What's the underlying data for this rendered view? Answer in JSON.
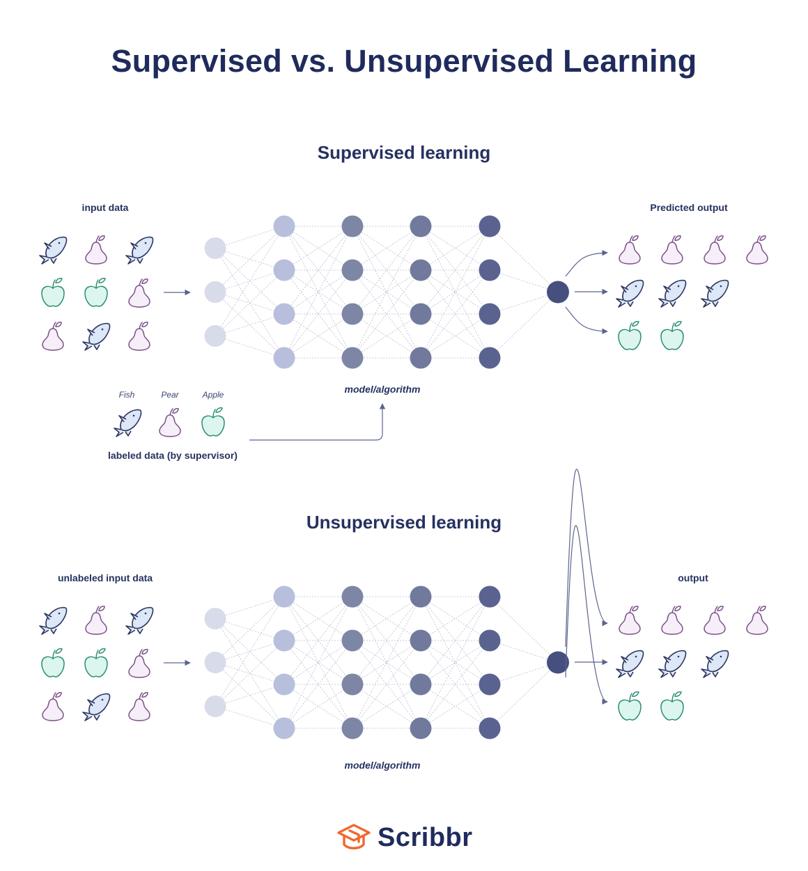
{
  "title": "Supervised vs. Unsupervised Learning",
  "supervised": {
    "title": "Supervised learning",
    "input_label": "input data",
    "output_label": "Predicted output",
    "model_label": "model/algorithm",
    "labeled_data_label": "labeled data (by supervisor)",
    "label_items": [
      "Fish",
      "Pear",
      "Apple"
    ]
  },
  "unsupervised": {
    "title": "Unsupervised learning",
    "input_label": "unlabeled input data",
    "output_label": "output",
    "model_label": "model/algorithm"
  },
  "input_grid": [
    [
      "fish",
      "pear",
      "fish"
    ],
    [
      "apple",
      "apple",
      "pear"
    ],
    [
      "pear",
      "fish",
      "pear"
    ]
  ],
  "output_rows": [
    [
      "pear",
      "pear",
      "pear",
      "pear"
    ],
    [
      "fish",
      "fish",
      "fish"
    ],
    [
      "apple",
      "apple"
    ]
  ],
  "network_layers": [
    3,
    4,
    4,
    4,
    4,
    1
  ],
  "layer_colors": [
    "#d8dbe9",
    "#b7bfdc",
    "#7e86a6",
    "#717a9c",
    "#5a6390",
    "#46507e"
  ],
  "colors": {
    "fish_fill": "#dce7f7",
    "pear_fill": "#f6eef8",
    "apple_fill": "#dcf6ef",
    "outline": "#2c3560",
    "pear_stroke": "#7a4f86",
    "apple_stroke": "#2a8f73"
  },
  "logo": {
    "text": "Scribbr",
    "icon": "graduation-cap-icon",
    "color": "#f0692f"
  }
}
